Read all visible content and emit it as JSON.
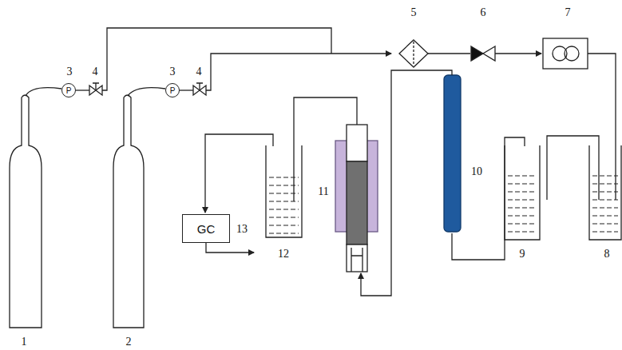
{
  "diagram": {
    "nodes": [
      {
        "text": [
          "P"
        ]
      },
      {
        "text": [
          "P"
        ]
      },
      {
        "text": [
          "GC"
        ]
      }
    ],
    "labels": [
      "1",
      "2",
      "3",
      "3",
      "4",
      "4",
      "5",
      "6",
      "7",
      "8",
      "9",
      "10",
      "11",
      "12",
      "13"
    ]
  }
}
